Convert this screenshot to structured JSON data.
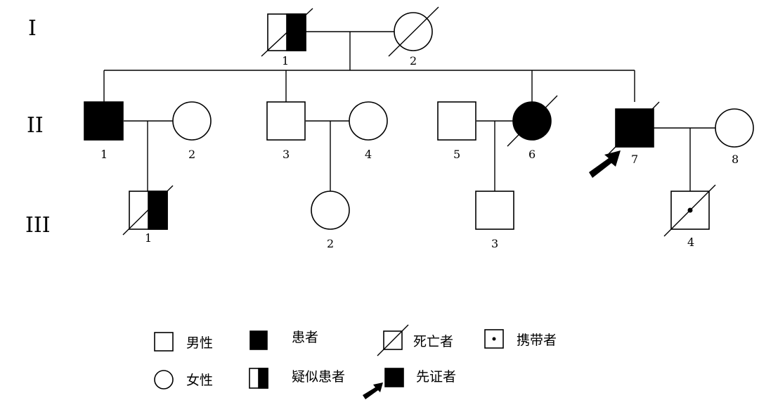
{
  "generations": [
    "I",
    "II",
    "III"
  ],
  "individuals": {
    "I1": "1",
    "I2": "2",
    "II1": "1",
    "II2": "2",
    "II3": "3",
    "II4": "4",
    "II5": "5",
    "II6": "6",
    "II7": "7",
    "II8": "8",
    "III1": "1",
    "III2": "2",
    "III3": "3",
    "III4": "4"
  },
  "legend": {
    "male": "男性",
    "female": "女性",
    "affected": "患者",
    "suspected": "疑似患者",
    "deceased": "死亡者",
    "proband": "先证者",
    "carrier": "携带者"
  }
}
